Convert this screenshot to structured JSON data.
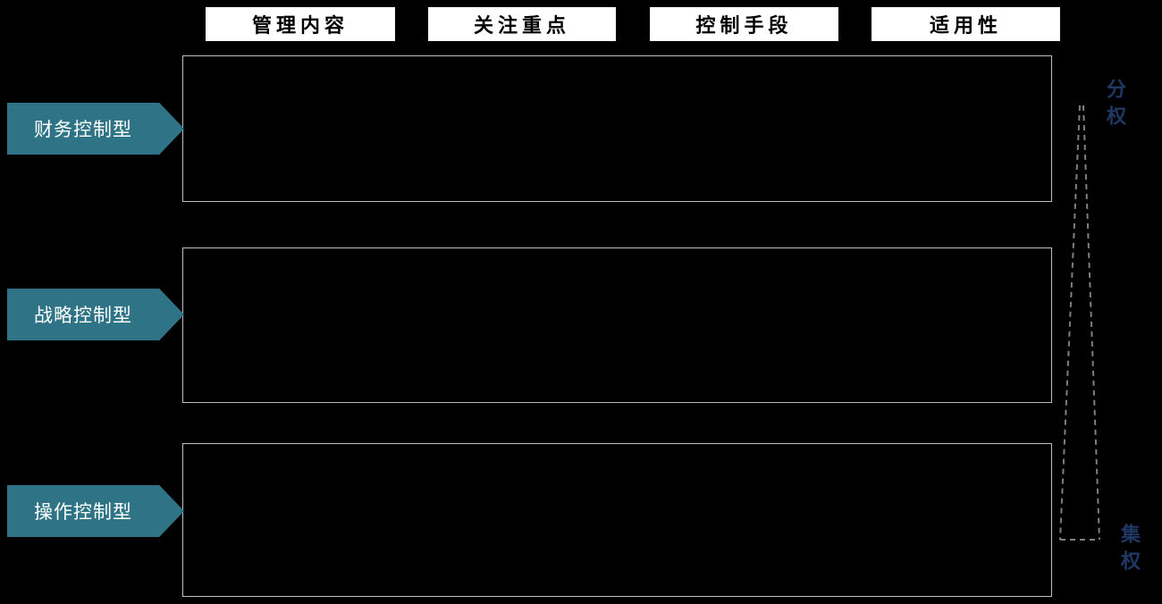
{
  "colors": {
    "background": "#000000",
    "arrow_fill": "#2E7486",
    "arrow_text": "#FFFFFF",
    "header_bg": "#FFFFFF",
    "header_text": "#000000",
    "box_border": "#BFBFBF",
    "funnel_line": "#7F7F7F",
    "axis_text": "#1F3864"
  },
  "column_headers": [
    {
      "label": "管理内容"
    },
    {
      "label": "关注重点"
    },
    {
      "label": "控制手段"
    },
    {
      "label": "适用性"
    }
  ],
  "row_labels": [
    {
      "label": "财务控制型"
    },
    {
      "label": "战略控制型"
    },
    {
      "label": "操作控制型"
    }
  ],
  "axis": {
    "top": "分权",
    "bottom": "集权"
  }
}
